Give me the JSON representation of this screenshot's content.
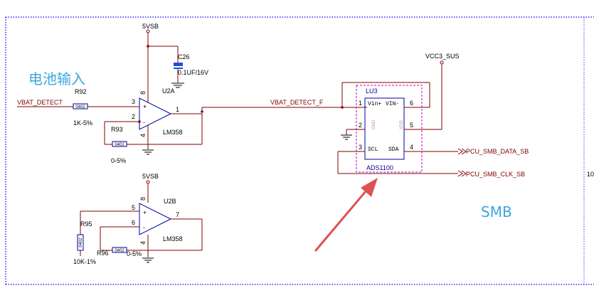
{
  "annotations": {
    "battery_input": "电池输入",
    "smb": "SMB",
    "edge_number": "10"
  },
  "nets": {
    "vbat_detect": "VBAT_DETECT",
    "vbat_detect_f": "VBAT_DETECT_F",
    "vcc3_sus": "VCC3_SUS",
    "pcu_smb_data": "PCU_SMB_DATA_SB",
    "pcu_smb_clk": "PCU_SMB_CLK_SB",
    "vsb_top": "5VSB",
    "vsb_bottom": "5VSB"
  },
  "components": {
    "c26_ref": "C26",
    "c26_val": "0.1UF/16V",
    "r92_ref": "R92",
    "r92_pkg": "0402",
    "r92_val": "1K-5%",
    "r93_ref": "R93",
    "r93_pkg": "0402",
    "r93_val": "0-5%",
    "r95_ref": "R95",
    "r95_pkg": "0402",
    "r95_val": "10K-1%",
    "r96_ref": "R96",
    "r96_pkg": "0402",
    "r96_val": "0-5%",
    "u2a_ref": "U2A",
    "u2a_val": "LM358",
    "u2b_ref": "U2B",
    "u2b_val": "LM358",
    "lu3_ref": "LU3",
    "lu3_val": "ADS1100"
  },
  "pins": {
    "u2a_p3": "3",
    "u2a_p2": "2",
    "u2a_p1": "1",
    "u2a_p8": "8",
    "u2a_p4": "4",
    "u2a_plus": "+",
    "u2a_minus": "-",
    "u2b_p5": "5",
    "u2b_p6": "6",
    "u2b_p7": "7",
    "u2b_p8": "8",
    "u2b_p4": "4",
    "u2b_plus": "+",
    "u2b_minus": "-",
    "lu3_p1": "1",
    "lu3_p2": "2",
    "lu3_p3": "3",
    "lu3_p4": "4",
    "lu3_p5": "5",
    "lu3_p6": "6",
    "lu3_vinp": "Vin+",
    "lu3_vinm": "VIN-",
    "lu3_scl": "SCL",
    "lu3_sda": "SDA",
    "lu3_gnd": "GND",
    "lu3_vdd": "VDD"
  },
  "colors": {
    "wire": "#800000",
    "component": "#0000a0",
    "annotation": "#3ba7e0",
    "arrow": "#e05050",
    "border": "#0000ff",
    "capacitor_fill": "#1f4fd6"
  }
}
